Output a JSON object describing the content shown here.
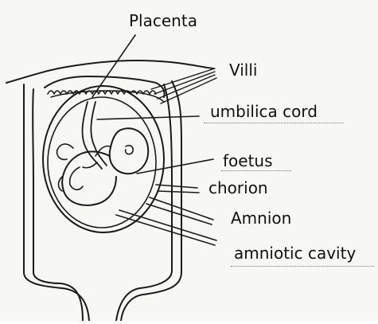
{
  "diagram": {
    "labels": {
      "placenta": "Placenta",
      "villi": "Villi",
      "umbilical_cord": "umbilica cord",
      "foetus": "foetus",
      "chorion": "chorion",
      "amnion": "Amnion",
      "amniotic_cavity": "amniotic cavity"
    },
    "colors": {
      "ink": "#1a1a1a",
      "paper": "#f7f7f4"
    }
  }
}
